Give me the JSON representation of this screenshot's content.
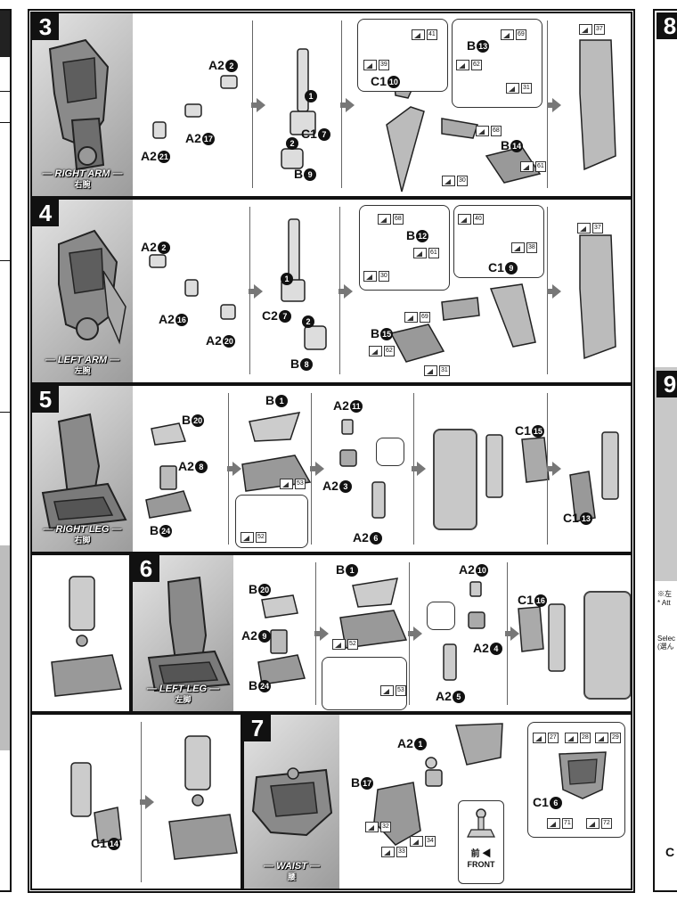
{
  "steps": {
    "s3": {
      "number": "3",
      "caption": "RIGHT ARM",
      "caption_jp": "右腕",
      "labels": {
        "a2_2": "A2",
        "a2_17": "A2",
        "a2_21": "A2",
        "c1_7": "C1",
        "b9": "B",
        "c1_10": "C1",
        "b13": "B",
        "b14": "B"
      },
      "circled": {
        "a2_2": "2",
        "a2_17": "17",
        "a2_21": "21",
        "c1_7": "7",
        "b9": "9",
        "c1_10": "10",
        "b13": "13",
        "b14": "14"
      },
      "order": [
        "1",
        "2"
      ],
      "tags": [
        "41",
        "39",
        "69",
        "62",
        "31",
        "68",
        "61",
        "30",
        "37"
      ]
    },
    "s4": {
      "number": "4",
      "caption": "LEFT ARM",
      "caption_jp": "左腕",
      "labels": {
        "a2_2": "A2",
        "a2_16": "A2",
        "a2_20": "A2",
        "c2_7": "C2",
        "b8": "B",
        "b12": "B",
        "c1_9": "C1",
        "b15": "B"
      },
      "circled": {
        "a2_2": "2",
        "a2_16": "16",
        "a2_20": "20",
        "c2_7": "7",
        "b8": "8",
        "b12": "12",
        "c1_9": "9",
        "b15": "15"
      },
      "order": [
        "1",
        "2"
      ],
      "tags": [
        "68",
        "61",
        "30",
        "40",
        "38",
        "69",
        "62",
        "31",
        "37"
      ]
    },
    "s5": {
      "number": "5",
      "caption": "RIGHT LEG",
      "caption_jp": "右脚",
      "labels": {
        "b20": "B",
        "a2_8": "A2",
        "b24": "B",
        "b1": "B",
        "a2_11": "A2",
        "a2_3": "A2",
        "a2_6": "A2",
        "c1_15": "C1",
        "c1_13": "C1"
      },
      "circled": {
        "b20": "20",
        "a2_8": "8",
        "b24": "24",
        "b1": "1",
        "a2_11": "11",
        "a2_3": "3",
        "a2_6": "6",
        "c1_15": "15",
        "c1_13": "13"
      },
      "tags": [
        "53",
        "52"
      ]
    },
    "s6": {
      "number": "6",
      "caption": "LEFT LEG",
      "caption_jp": "左脚",
      "labels": {
        "b20": "B",
        "a2_9": "A2",
        "b24": "B",
        "b1": "B",
        "a2_10": "A2",
        "a2_4": "A2",
        "a2_5": "A2",
        "c1_16": "C1"
      },
      "circled": {
        "b20": "20",
        "a2_9": "9",
        "b24": "24",
        "b1": "1",
        "a2_10": "10",
        "a2_4": "4",
        "a2_5": "5",
        "c1_16": "16"
      },
      "tags": [
        "52",
        "53"
      ]
    },
    "s7": {
      "number": "7",
      "caption": "WAIST",
      "caption_jp": "腰",
      "labels": {
        "a2_1": "A2",
        "b17": "B",
        "c1_6": "C1",
        "c1_14": "C1"
      },
      "circled": {
        "a2_1": "1",
        "b17": "17",
        "c1_6": "6",
        "c1_14": "14"
      },
      "tags": [
        "32",
        "33",
        "34",
        "27",
        "28",
        "29",
        "71",
        "72"
      ],
      "front_jp": "前",
      "front": "FRONT"
    }
  },
  "right_edge": {
    "step8": "8",
    "step9": "9",
    "note1": "※左",
    "note2": "* Att",
    "note3": "Selec",
    "note4": "(選ん",
    "c": "C"
  },
  "colors": {
    "ink": "#111111",
    "hero_dark": "#9c9c9c",
    "arrow": "#777777",
    "callout_gray": "#c8c8c8"
  }
}
